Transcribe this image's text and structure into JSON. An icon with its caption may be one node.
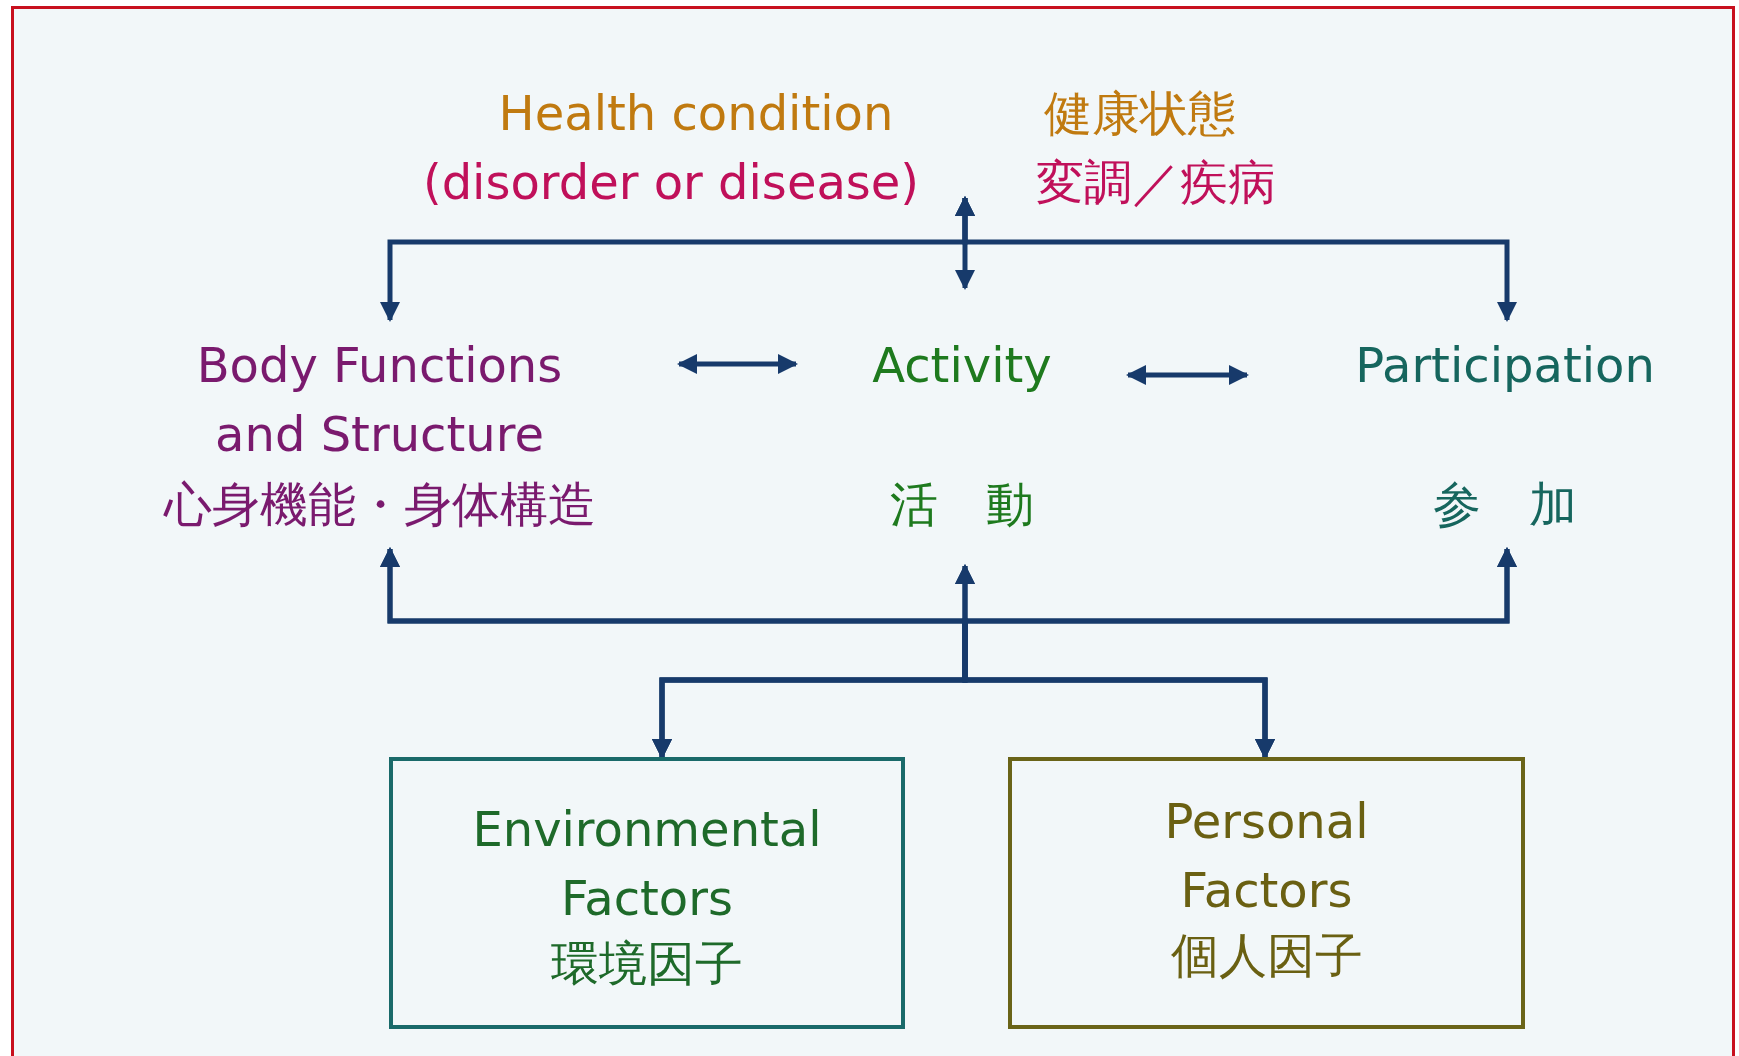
{
  "diagram": {
    "nodes": [
      {
        "text": [
          "Health condition",
          "(disorder or disease)",
          "健康状態",
          "変調／疾病"
        ]
      },
      {
        "text": [
          "Body Functions and Structure",
          "心身機能・身体構造"
        ]
      },
      {
        "text": [
          "Activity",
          "活　動"
        ]
      },
      {
        "text": [
          "Participation",
          "参　加"
        ]
      },
      {
        "text": [
          "Environmental Factors",
          "環境因子"
        ]
      },
      {
        "text": [
          "Personal Factors",
          "個人因子"
        ]
      }
    ],
    "edges": [
      {
        "from": 0,
        "to": 1,
        "arrow": "both"
      },
      {
        "from": 0,
        "to": 2,
        "arrow": "both"
      },
      {
        "from": 0,
        "to": 3,
        "arrow": "both"
      },
      {
        "from": 1,
        "to": 2,
        "arrow": "both"
      },
      {
        "from": 2,
        "to": 3,
        "arrow": "both"
      },
      {
        "from": 4,
        "to": 1,
        "arrow": "both"
      },
      {
        "from": 4,
        "to": 2,
        "arrow": "both"
      },
      {
        "from": 4,
        "to": 3,
        "arrow": "both"
      },
      {
        "from": 5,
        "to": 1,
        "arrow": "both"
      },
      {
        "from": 5,
        "to": 2,
        "arrow": "both"
      },
      {
        "from": 5,
        "to": 3,
        "arrow": "both"
      }
    ]
  }
}
